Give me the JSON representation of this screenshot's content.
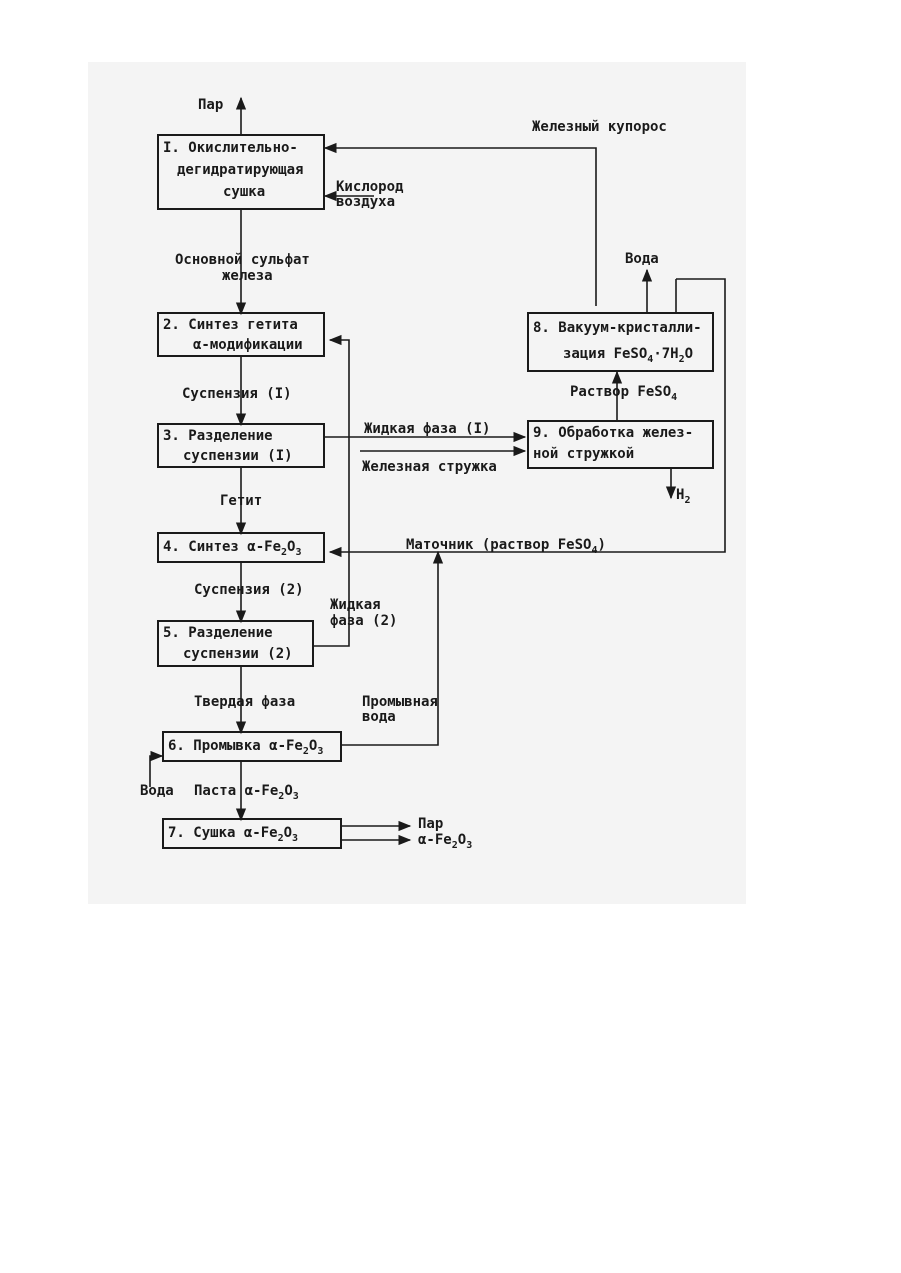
{
  "nodes": {
    "n1": {
      "lines": [
        "I. Окислительно-",
        "дегидратирующая",
        "сушка"
      ]
    },
    "n2": {
      "lines": [
        "2. Синтез гетита",
        "α-модификации"
      ]
    },
    "n3": {
      "lines": [
        "3. Разделение",
        "суспензии (I)"
      ]
    },
    "n4": {
      "prefix": "4. Синтез α-Fe",
      "s1": "2",
      "mid": "O",
      "s2": "3"
    },
    "n5": {
      "lines": [
        "5. Разделение",
        "суспензии (2)"
      ]
    },
    "n6": {
      "prefix": "6. Промывка α-Fe",
      "s1": "2",
      "mid": "O",
      "s2": "3"
    },
    "n7": {
      "prefix": "7. Сушка α-Fe",
      "s1": "2",
      "mid": "O",
      "s2": "3"
    },
    "n8": {
      "line1": "8. Вакуум-кристалли-",
      "l2a": "зация FeSO",
      "l2s1": "4",
      "l2b": "·7H",
      "l2s2": "2",
      "l2c": "O"
    },
    "n9": {
      "lines": [
        "9. Обработка желез-",
        "ной стружкой"
      ]
    }
  },
  "labels": {
    "steam_top": "Пар",
    "iron_vitriol": "Железный купорос",
    "air_oxygen_1": "Кислород",
    "air_oxygen_2": "воздуха",
    "basic_sulfate_1": "Основной сульфат",
    "basic_sulfate_2": "железа",
    "suspension_1": "Суспензия (I)",
    "liquid_phase_1": "Жидкая фаза (I)",
    "iron_shavings": "Железная стружка",
    "goethite": "Гетит",
    "mother_liquor_a": "Маточник (раствор FeSO",
    "mother_liquor_sub": "4",
    "mother_liquor_b": ")",
    "suspension_2": "Суспензия (2)",
    "liquid_phase_2a": "Жидкая",
    "liquid_phase_2b": "фаза (2)",
    "solid_phase": "Твердая фаза",
    "wash_water_1": "Промывная",
    "wash_water_2": "вода",
    "water_in": "Вода",
    "paste_a": "Паста α-Fe",
    "paste_s1": "2",
    "paste_mid": "O",
    "paste_s2": "3",
    "steam_out": "Пар",
    "product_a": "α-Fe",
    "product_s1": "2",
    "product_mid": "O",
    "product_s2": "3",
    "water_out": "Вода",
    "feso4_solution_a": "Раствор FeSO",
    "feso4_solution_sub": "4",
    "hydrogen_a": "H",
    "hydrogen_sub": "2"
  }
}
